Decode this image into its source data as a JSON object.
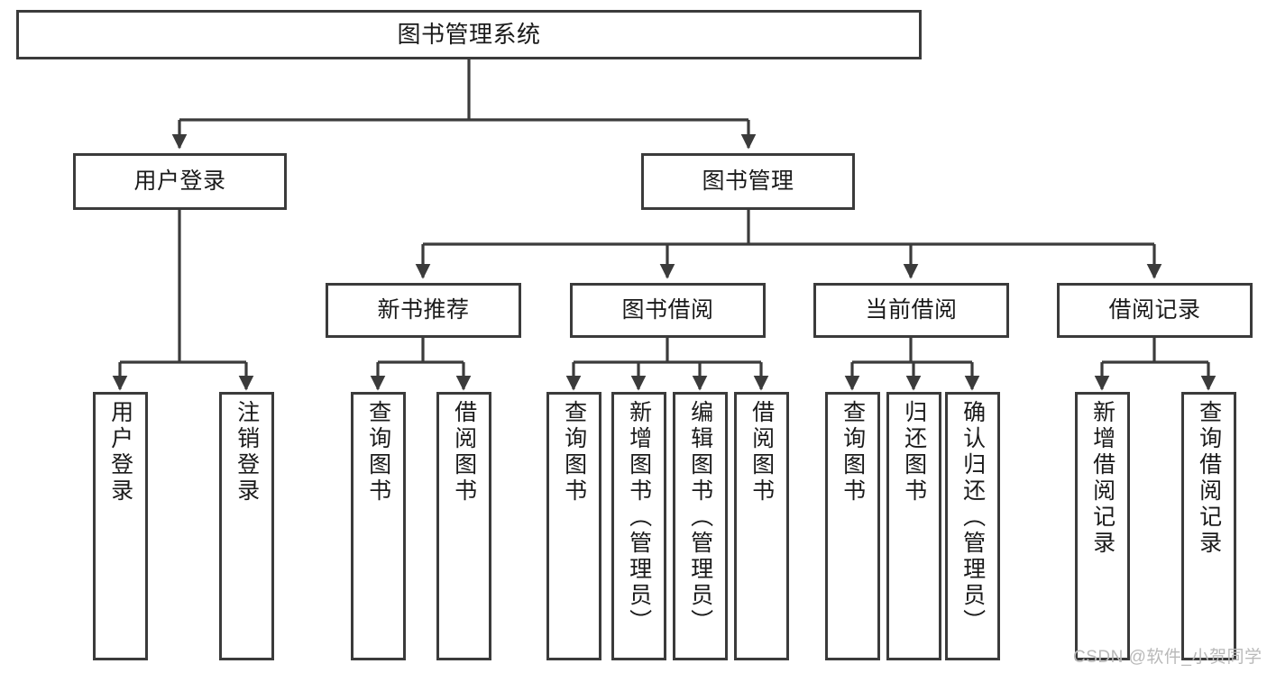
{
  "diagram": {
    "title": "图书管理系统",
    "watermark": "CSDN @软件_小贺同学",
    "stroke_color": "#3b3b3b",
    "text_color": "#1a1a1a",
    "background_color": "#ffffff",
    "watermark_color": "#b9b9b9",
    "levels": {
      "root": {
        "label": "图书管理系统"
      },
      "level2": [
        {
          "label": "用户登录"
        },
        {
          "label": "图书管理"
        }
      ],
      "level3": [
        {
          "label": "新书推荐"
        },
        {
          "label": "图书借阅"
        },
        {
          "label": "当前借阅"
        },
        {
          "label": "借阅记录"
        }
      ],
      "leaves": {
        "user_login": [
          {
            "label": "用户登录"
          },
          {
            "label": "注销登录"
          }
        ],
        "new_book_recommend": [
          {
            "label": "查询图书"
          },
          {
            "label": "借阅图书"
          }
        ],
        "book_borrow": [
          {
            "label": "查询图书"
          },
          {
            "label": "新增图书（管理员）"
          },
          {
            "label": "编辑图书（管理员）"
          },
          {
            "label": "借阅图书"
          }
        ],
        "current_borrow": [
          {
            "label": "查询图书"
          },
          {
            "label": "归还图书"
          },
          {
            "label": "确认归还（管理员）"
          }
        ],
        "borrow_record": [
          {
            "label": "新增借阅记录"
          },
          {
            "label": "查询借阅记录"
          }
        ]
      }
    }
  }
}
